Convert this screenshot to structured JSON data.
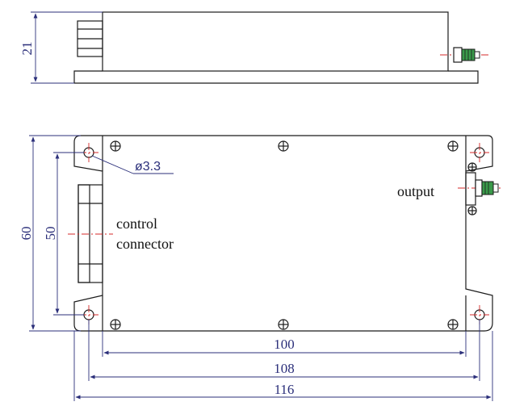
{
  "dimensions": {
    "side_height": "21",
    "overall_height": "60",
    "hole_spacing_vertical": "50",
    "hole_diameter": "ø3.3",
    "width_inner": "100",
    "width_mid": "108",
    "width_overall": "116"
  },
  "labels": {
    "output": "output",
    "control_line1": "control",
    "control_line2": "connector"
  },
  "colors": {
    "line": "#1b1b1b",
    "dimension": "#2b2f7a",
    "centerline": "#d42a2a",
    "connector_green": "#3a9a4a"
  }
}
